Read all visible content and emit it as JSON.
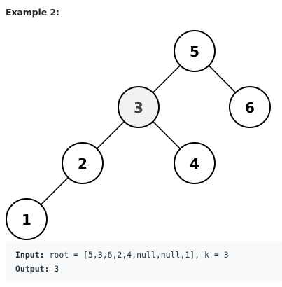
{
  "heading": "Example 2:",
  "tree": {
    "nodes": [
      {
        "id": "n5",
        "label": "5",
        "fill": "#ffffff",
        "text_color": "#000000"
      },
      {
        "id": "n3",
        "label": "3",
        "fill": "#f2f2f2",
        "text_color": "#3f3f3f"
      },
      {
        "id": "n6",
        "label": "6",
        "fill": "#ffffff",
        "text_color": "#000000"
      },
      {
        "id": "n2",
        "label": "2",
        "fill": "#ffffff",
        "text_color": "#000000"
      },
      {
        "id": "n4",
        "label": "4",
        "fill": "#ffffff",
        "text_color": "#000000"
      },
      {
        "id": "n1",
        "label": "1",
        "fill": "#ffffff",
        "text_color": "#000000"
      }
    ],
    "edges": [
      {
        "from": "n5",
        "to": "n3"
      },
      {
        "from": "n5",
        "to": "n6"
      },
      {
        "from": "n3",
        "to": "n2"
      },
      {
        "from": "n3",
        "to": "n4"
      },
      {
        "from": "n2",
        "to": "n1"
      }
    ],
    "highlighted_node": "3"
  },
  "code": {
    "input_key": "Input:",
    "input_value": " root = [5,3,6,2,4,null,null,1], k = 3",
    "output_key": "Output:",
    "output_value": " 3"
  },
  "colors": {
    "code_background": "#f7f9fa",
    "highlight_fill": "#f2f2f2"
  }
}
